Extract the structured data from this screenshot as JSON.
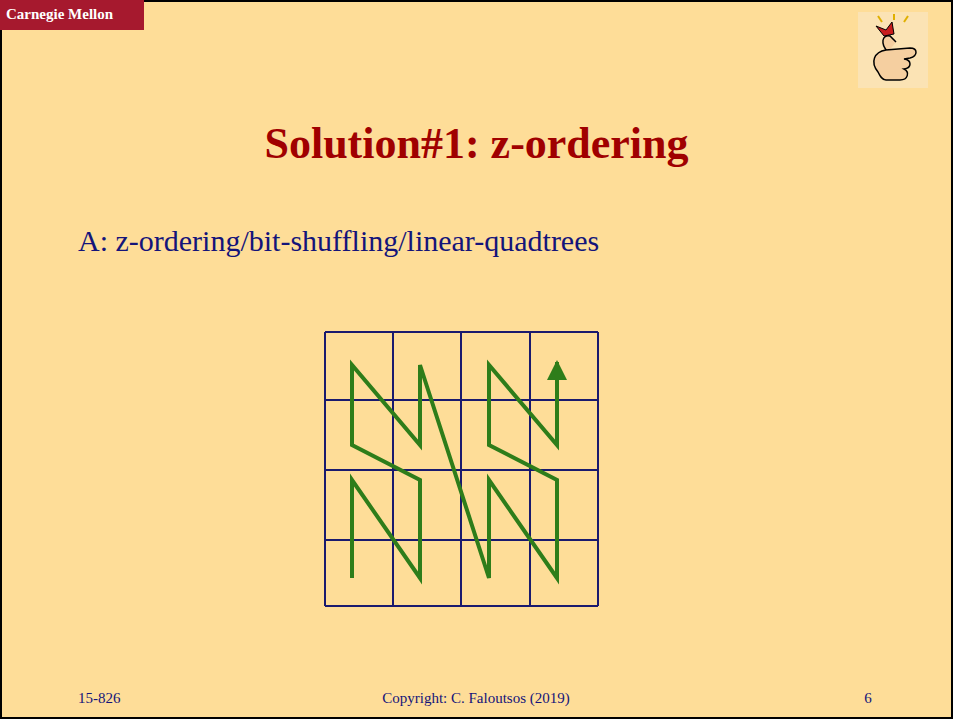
{
  "diagram": {
    "title": "Solution#1: z-ordering",
    "labels": [
      "Carnegie Mellon",
      "A: z-ordering/bit-shuffling/linear-quadtrees",
      "15-826",
      "Copyright: C. Faloutsos (2019)",
      "6"
    ]
  }
}
